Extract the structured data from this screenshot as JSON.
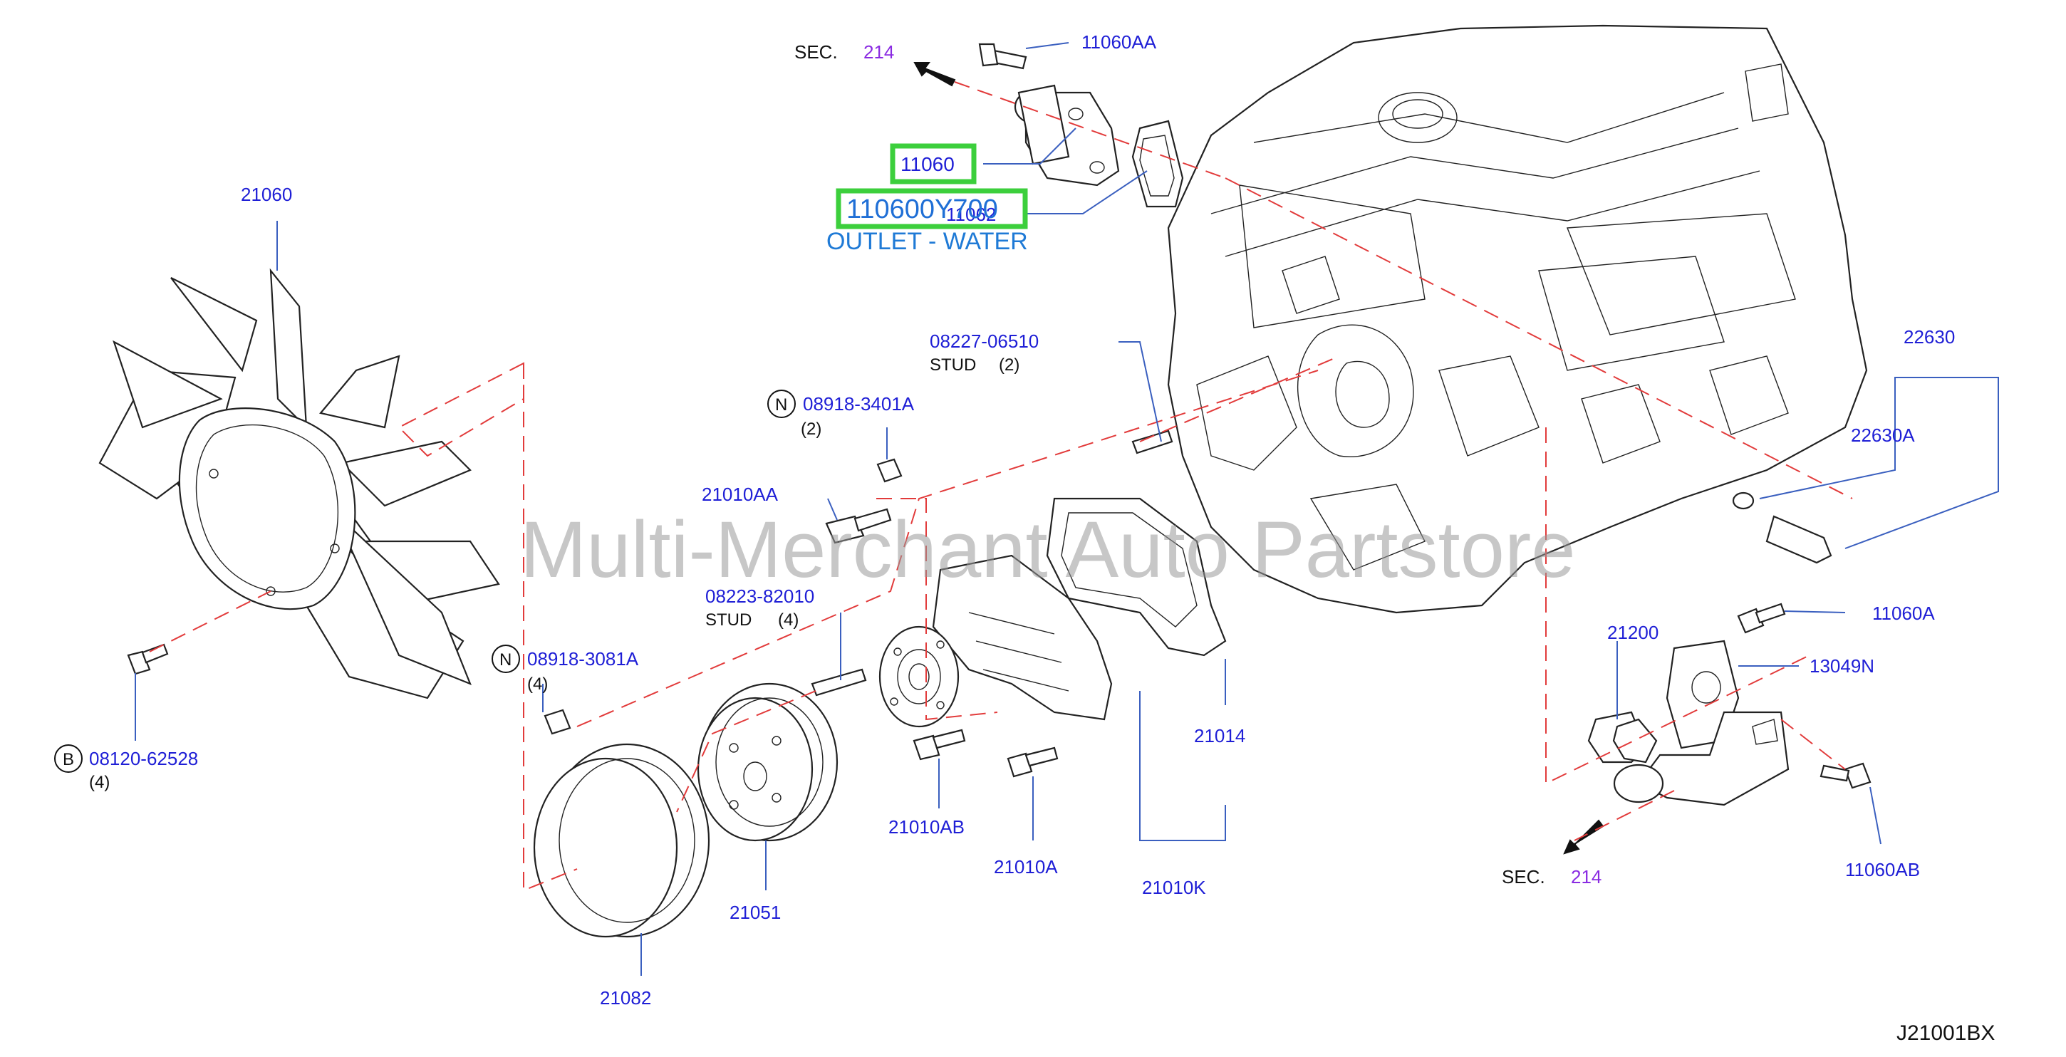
{
  "diagram": {
    "watermark": "Multi-Merchant Auto Partstore",
    "code": "J21001BX",
    "highlight": {
      "part": "11060",
      "oem": "110600Y700",
      "description": "OUTLET - WATER"
    },
    "sections": [
      {
        "prefix": "SEC.",
        "number": "214"
      },
      {
        "prefix": "SEC.",
        "number": "214"
      }
    ],
    "labels": {
      "p11060AA": "11060AA",
      "p11062": "11062",
      "p21060": "21060",
      "p08227": "08227-06510",
      "stud2": "STUD",
      "stud2_qty": "(2)",
      "p22630": "22630",
      "p22630A": "22630A",
      "n_tag1": "N",
      "p08918_3401A": "08918-3401A",
      "qty_3401A": "(2)",
      "p21010AA": "21010AA",
      "p08223": "08223-82010",
      "stud4": "STUD",
      "stud4_qty": "(4)",
      "n_tag2": "N",
      "p08918_3081A": "08918-3081A",
      "qty_3081A": "(4)",
      "b_tag": "B",
      "p08120": "08120-62528",
      "qty_08120": "(4)",
      "p21200": "21200",
      "p11060A": "11060A",
      "p13049N": "13049N",
      "p21014": "21014",
      "p21010AB": "21010AB",
      "p21010A": "21010A",
      "p21010K": "21010K",
      "p21051": "21051",
      "p21082": "21082",
      "p11060AB": "11060AB"
    }
  }
}
